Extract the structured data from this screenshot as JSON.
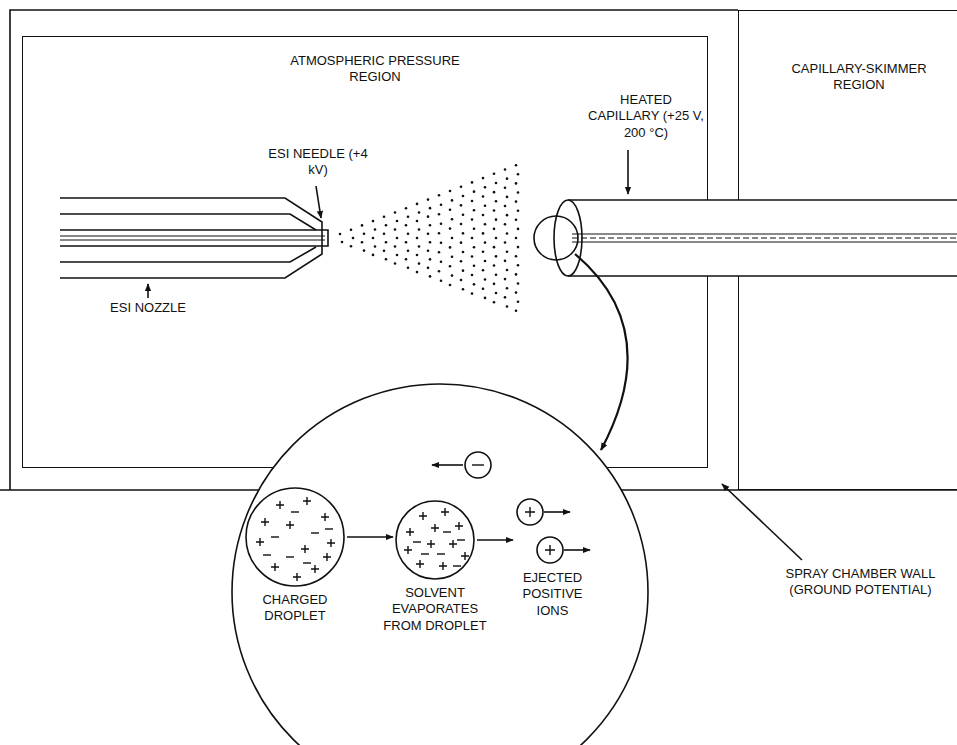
{
  "diagram": {
    "nodes": [
      {
        "text": [
          "ATMOSPHERIC PRESSURE REGION"
        ]
      },
      {
        "text": [
          "CAPILLARY-SKIMMER REGION"
        ]
      },
      {
        "text": [
          "CHARGED DROPLET"
        ]
      },
      {
        "text": [
          "SOLVENT EVAPORATES FROM DROPLET"
        ]
      },
      {
        "text": [
          "EJECTED POSITIVE IONS"
        ]
      }
    ],
    "edges": [
      {
        "from": 2,
        "to": 3,
        "arrow": "to"
      },
      {
        "from": 3,
        "to": 4,
        "arrow": "to"
      }
    ],
    "labels": [
      "ESI NEEDLE (+4 kV)",
      "HEATED CAPILLARY (+25 V, 200 °C)",
      "ESI NOZZLE",
      "SPRAY CHAMBER WALL (GROUND POTENTIAL)"
    ]
  }
}
